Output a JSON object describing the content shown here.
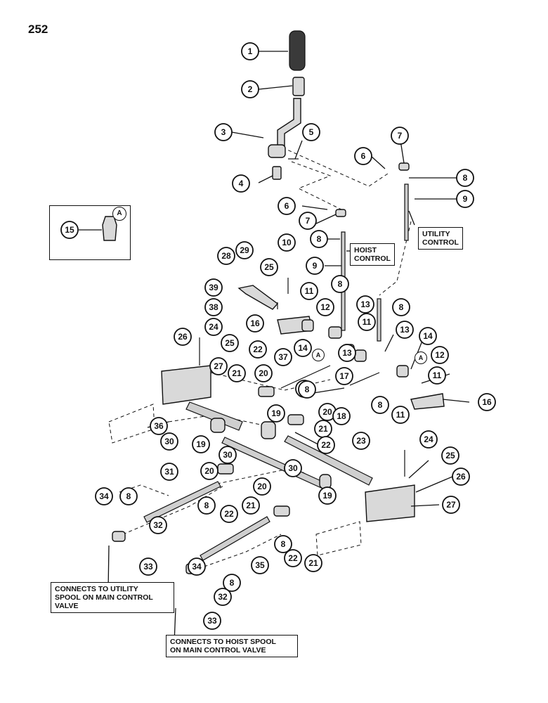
{
  "page_number": "252",
  "labels": {
    "utility_control": "UTILITY\nCONTROL",
    "hoist_control": "HOIST\nCONTROL",
    "connects_utility": "CONNECTS TO UTILITY\nSPOOL ON MAIN CONTROL\nVALVE",
    "connects_hoist": "CONNECTS TO HOIST SPOOL\nON MAIN CONTROL VALVE",
    "detail_letter": "A"
  },
  "callouts": [
    {
      "n": "1"
    },
    {
      "n": "2"
    },
    {
      "n": "3"
    },
    {
      "n": "4"
    },
    {
      "n": "5"
    },
    {
      "n": "6"
    },
    {
      "n": "7"
    },
    {
      "n": "8"
    },
    {
      "n": "9"
    },
    {
      "n": "15"
    },
    {
      "n": "6"
    },
    {
      "n": "7"
    },
    {
      "n": "8"
    },
    {
      "n": "9"
    },
    {
      "n": "10"
    },
    {
      "n": "28"
    },
    {
      "n": "29"
    },
    {
      "n": "25"
    },
    {
      "n": "39"
    },
    {
      "n": "38"
    },
    {
      "n": "11"
    },
    {
      "n": "12"
    },
    {
      "n": "8"
    },
    {
      "n": "13"
    },
    {
      "n": "8"
    },
    {
      "n": "16"
    },
    {
      "n": "14"
    },
    {
      "n": "11"
    },
    {
      "n": "13"
    },
    {
      "n": "14"
    },
    {
      "n": "24"
    },
    {
      "n": "26"
    },
    {
      "n": "25"
    },
    {
      "n": "22"
    },
    {
      "n": "37"
    },
    {
      "n": "13"
    },
    {
      "n": "12"
    },
    {
      "n": "27"
    },
    {
      "n": "21"
    },
    {
      "n": "20"
    },
    {
      "n": "8"
    },
    {
      "n": "17"
    },
    {
      "n": "8"
    },
    {
      "n": "11"
    },
    {
      "n": "11"
    },
    {
      "n": "16"
    },
    {
      "n": "8"
    },
    {
      "n": "20"
    },
    {
      "n": "18"
    },
    {
      "n": "36"
    },
    {
      "n": "19"
    },
    {
      "n": "30"
    },
    {
      "n": "19"
    },
    {
      "n": "21"
    },
    {
      "n": "30"
    },
    {
      "n": "22"
    },
    {
      "n": "23"
    },
    {
      "n": "24"
    },
    {
      "n": "25"
    },
    {
      "n": "26"
    },
    {
      "n": "31"
    },
    {
      "n": "20"
    },
    {
      "n": "30"
    },
    {
      "n": "20"
    },
    {
      "n": "8"
    },
    {
      "n": "22"
    },
    {
      "n": "21"
    },
    {
      "n": "19"
    },
    {
      "n": "27"
    },
    {
      "n": "34"
    },
    {
      "n": "8"
    },
    {
      "n": "32"
    },
    {
      "n": "8"
    },
    {
      "n": "22"
    },
    {
      "n": "21"
    },
    {
      "n": "33"
    },
    {
      "n": "34"
    },
    {
      "n": "35"
    },
    {
      "n": "8"
    },
    {
      "n": "32"
    },
    {
      "n": "33"
    }
  ]
}
